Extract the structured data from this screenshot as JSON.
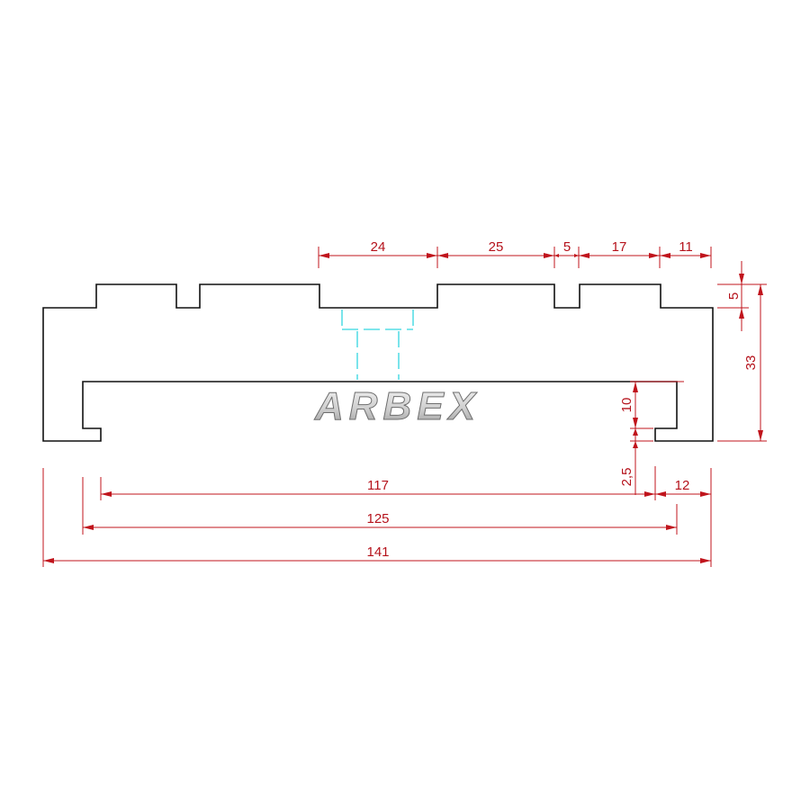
{
  "logo": {
    "text": "ARBEX"
  },
  "dimensions": {
    "top": [
      "24",
      "25",
      "5",
      "17",
      "11"
    ],
    "right_small": "5",
    "right_total": "33",
    "slot_height": "10",
    "lip_height": "2,5",
    "lip_width": "12",
    "inner_opening": "117",
    "inner_width": "125",
    "total_width": "141"
  },
  "colors": {
    "profile": "#111111",
    "dimension": "#c0141c",
    "hidden_line": "#33d6e0"
  }
}
